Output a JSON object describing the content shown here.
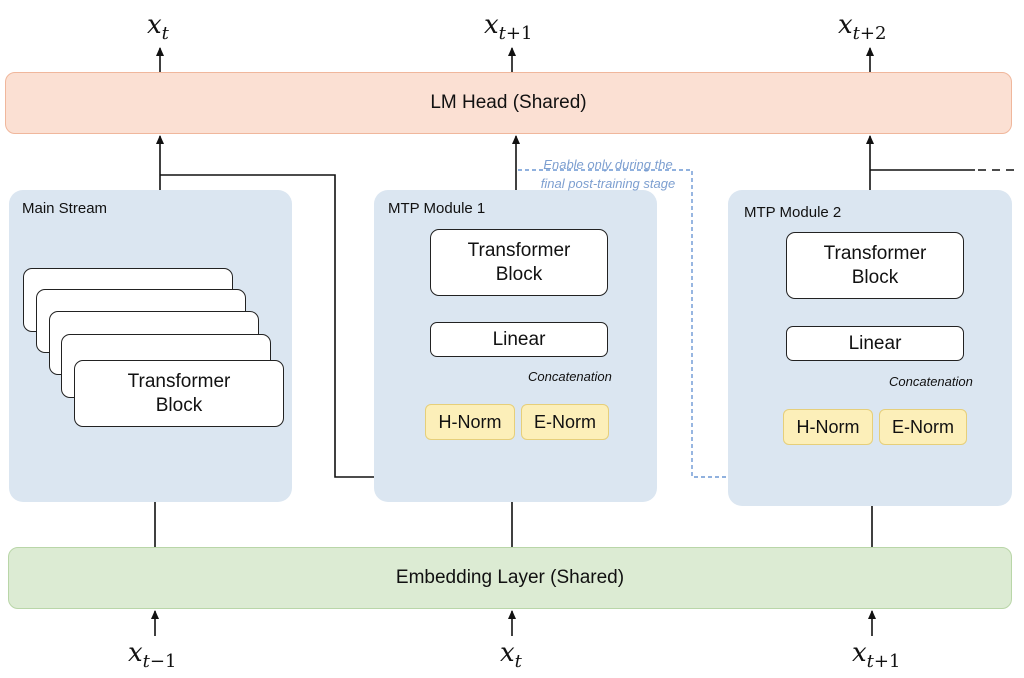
{
  "lm_head": "LM Head (Shared)",
  "embedding": "Embedding Layer (Shared)",
  "main_stream": {
    "label": "Main Stream",
    "block": "Transformer\nBlock"
  },
  "mtp1": {
    "label": "MTP Module 1",
    "block": "Transformer\nBlock",
    "linear": "Linear",
    "concat": "Concatenation",
    "hnorm": "H-Norm",
    "enorm": "E-Norm"
  },
  "mtp2": {
    "label": "MTP Module 2",
    "block": "Transformer\nBlock",
    "linear": "Linear",
    "concat": "Concatenation",
    "hnorm": "H-Norm",
    "enorm": "E-Norm"
  },
  "dashed_note": "Enable only during the\nfinal post-training stage",
  "outputs": [
    {
      "base": "x",
      "sub_var": "t",
      "sub_rest": ""
    },
    {
      "base": "x",
      "sub_var": "t",
      "sub_rest": "+1"
    },
    {
      "base": "x",
      "sub_var": "t",
      "sub_rest": "+2"
    }
  ],
  "inputs": [
    {
      "base": "x",
      "sub_var": "t",
      "sub_rest": "−1"
    },
    {
      "base": "x",
      "sub_var": "t",
      "sub_rest": ""
    },
    {
      "base": "x",
      "sub_var": "t",
      "sub_rest": "+1"
    }
  ],
  "colors": {
    "lm_head_fill": "#fbe0d3",
    "embedding_fill": "#dcebd3",
    "panel_fill": "#dbe6f1",
    "norm_fill": "#fcefb9",
    "dashed_line": "#6b97d4"
  }
}
